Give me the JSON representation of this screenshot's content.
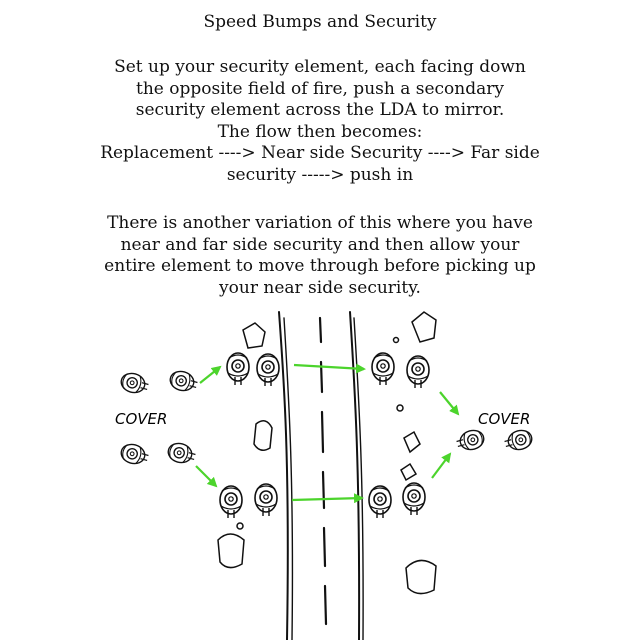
{
  "title": "Speed Bumps and Security",
  "paragraph1": [
    "Set up your security element, each facing down",
    "the opposite field of fire, push a secondary",
    "security element across the LDA to mirror.",
    "The flow then becomes:",
    "Replacement ----> Near side Security ----> Far side",
    "security -----> push in"
  ],
  "paragraph2": [
    "There is another variation of this where you have",
    "near and far side security and then allow your",
    "entire element to move through before picking up",
    "your near side security."
  ],
  "diagram": {
    "cover_left": "COVER",
    "cover_right": "COVER",
    "arrow_color": "#4cd42c",
    "ink_color": "#111111",
    "icons": [
      "soldier-icon",
      "rock-icon",
      "road-icon",
      "arrow-icon"
    ]
  }
}
